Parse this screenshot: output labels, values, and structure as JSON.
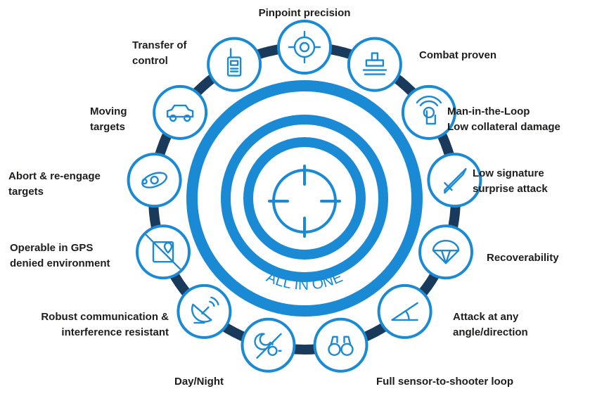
{
  "center_text": "ALL IN ONE",
  "features": [
    {
      "label": "Pinpoint precision",
      "icon": "target-icon"
    },
    {
      "label": "Combat proven",
      "icon": "stamp-icon"
    },
    {
      "label": "Man-in-the-Loop\nLow collateral damage",
      "icon": "touch-hand-icon"
    },
    {
      "label": "Low signature\nsurprise attack",
      "icon": "dagger-icon"
    },
    {
      "label": "Recoverability",
      "icon": "parachute-icon"
    },
    {
      "label": "Attack at any\nangle/direction",
      "icon": "angle-icon"
    },
    {
      "label": "Full sensor-to-shooter loop",
      "icon": "binoculars-icon"
    },
    {
      "label": "Day/Night",
      "icon": "day-night-icon"
    },
    {
      "label": "Robust communication &\ninterference resistant",
      "icon": "satellite-dish-icon"
    },
    {
      "label": "Operable in GPS\ndenied environment",
      "icon": "gps-denied-icon"
    },
    {
      "label": "Abort & re-engage\ntargets",
      "icon": "orbit-icon"
    },
    {
      "label": "Moving\ntargets",
      "icon": "car-icon"
    },
    {
      "label": "Transfer of\ncontrol",
      "icon": "radio-icon"
    }
  ],
  "colors": {
    "primary": "#1a8ad4",
    "ring": "#1a3a5c",
    "text": "#1d1d1b"
  }
}
